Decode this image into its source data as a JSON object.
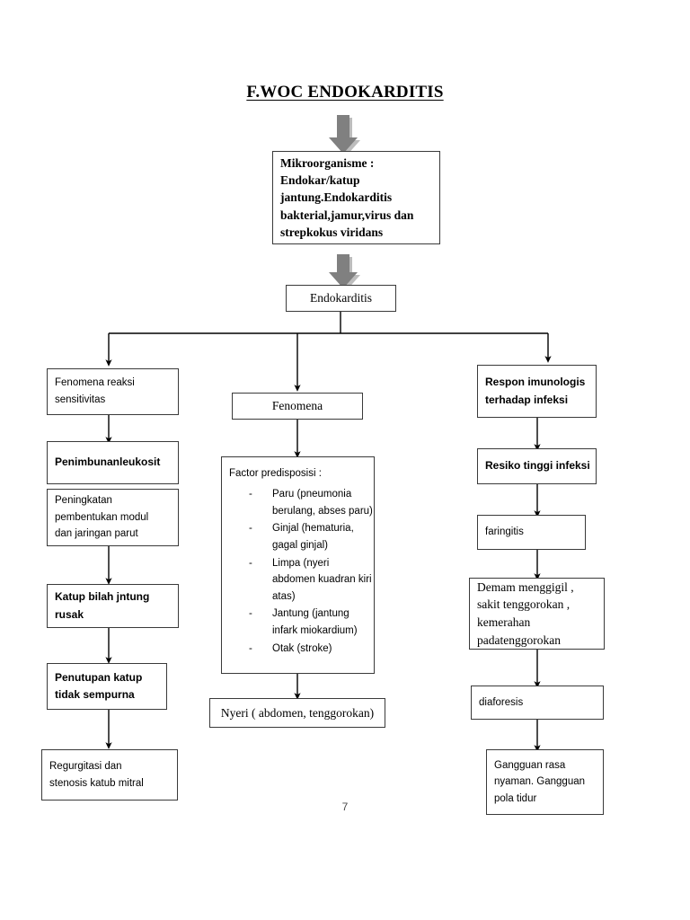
{
  "document": {
    "title": "F.WOC ENDOKARDITIS",
    "page_number": "7"
  },
  "colors": {
    "box_border": "#3a3a3a",
    "line": "#000000",
    "block_arrow_fill": "#808080",
    "block_arrow_shadow": "#bdbdbd",
    "background": "#ffffff",
    "text": "#000000"
  },
  "nodes": {
    "microorganisme": "Mikroorganisme :\nEndokar/katup\njantung.Endokarditis\nbakterial,jamur,virus dan\nstrepkokus viridans",
    "endokarditis": "Endokarditis",
    "left": {
      "fenomena_reaksi": "Fenomena reaksi\nsensitivitas",
      "penimbunan": "Penimbunanleukosit",
      "peningkatan": "Peningkatan\npembentukan modul\ndan jaringan parut",
      "katup_rusak": "Katup bilah jntung\nrusak",
      "penutupan": "Penutupan katup\ntidak sempurna",
      "regurgitasi": "Regurgitasi dan\nstenosis katub mitral"
    },
    "middle": {
      "fenomena": "Fenomena",
      "factor_title": "Factor predisposisi :",
      "factor_items": [
        "Paru (pneumonia berulang, abses paru)",
        "Ginjal (hematuria, gagal ginjal)",
        "Limpa (nyeri abdomen kuadran kiri atas)",
        "Jantung (jantung infark miokardium)",
        "Otak (stroke)"
      ],
      "bullet_dash": "-",
      "nyeri": "Nyeri ( abdomen, tenggorokan)"
    },
    "right": {
      "respon_imunologis": "Respon imunologis\nterhadap infeksi",
      "resiko_tinggi": "Resiko tinggi infeksi",
      "faringitis": "faringitis",
      "demam": "Demam menggigil ,\nsakit tenggorokan ,\nkemerahan\npadatenggorokan",
      "diaforesis": "diaforesis",
      "gangguan": "Gangguan rasa\nnyaman. Gangguan\npola tidur"
    }
  }
}
